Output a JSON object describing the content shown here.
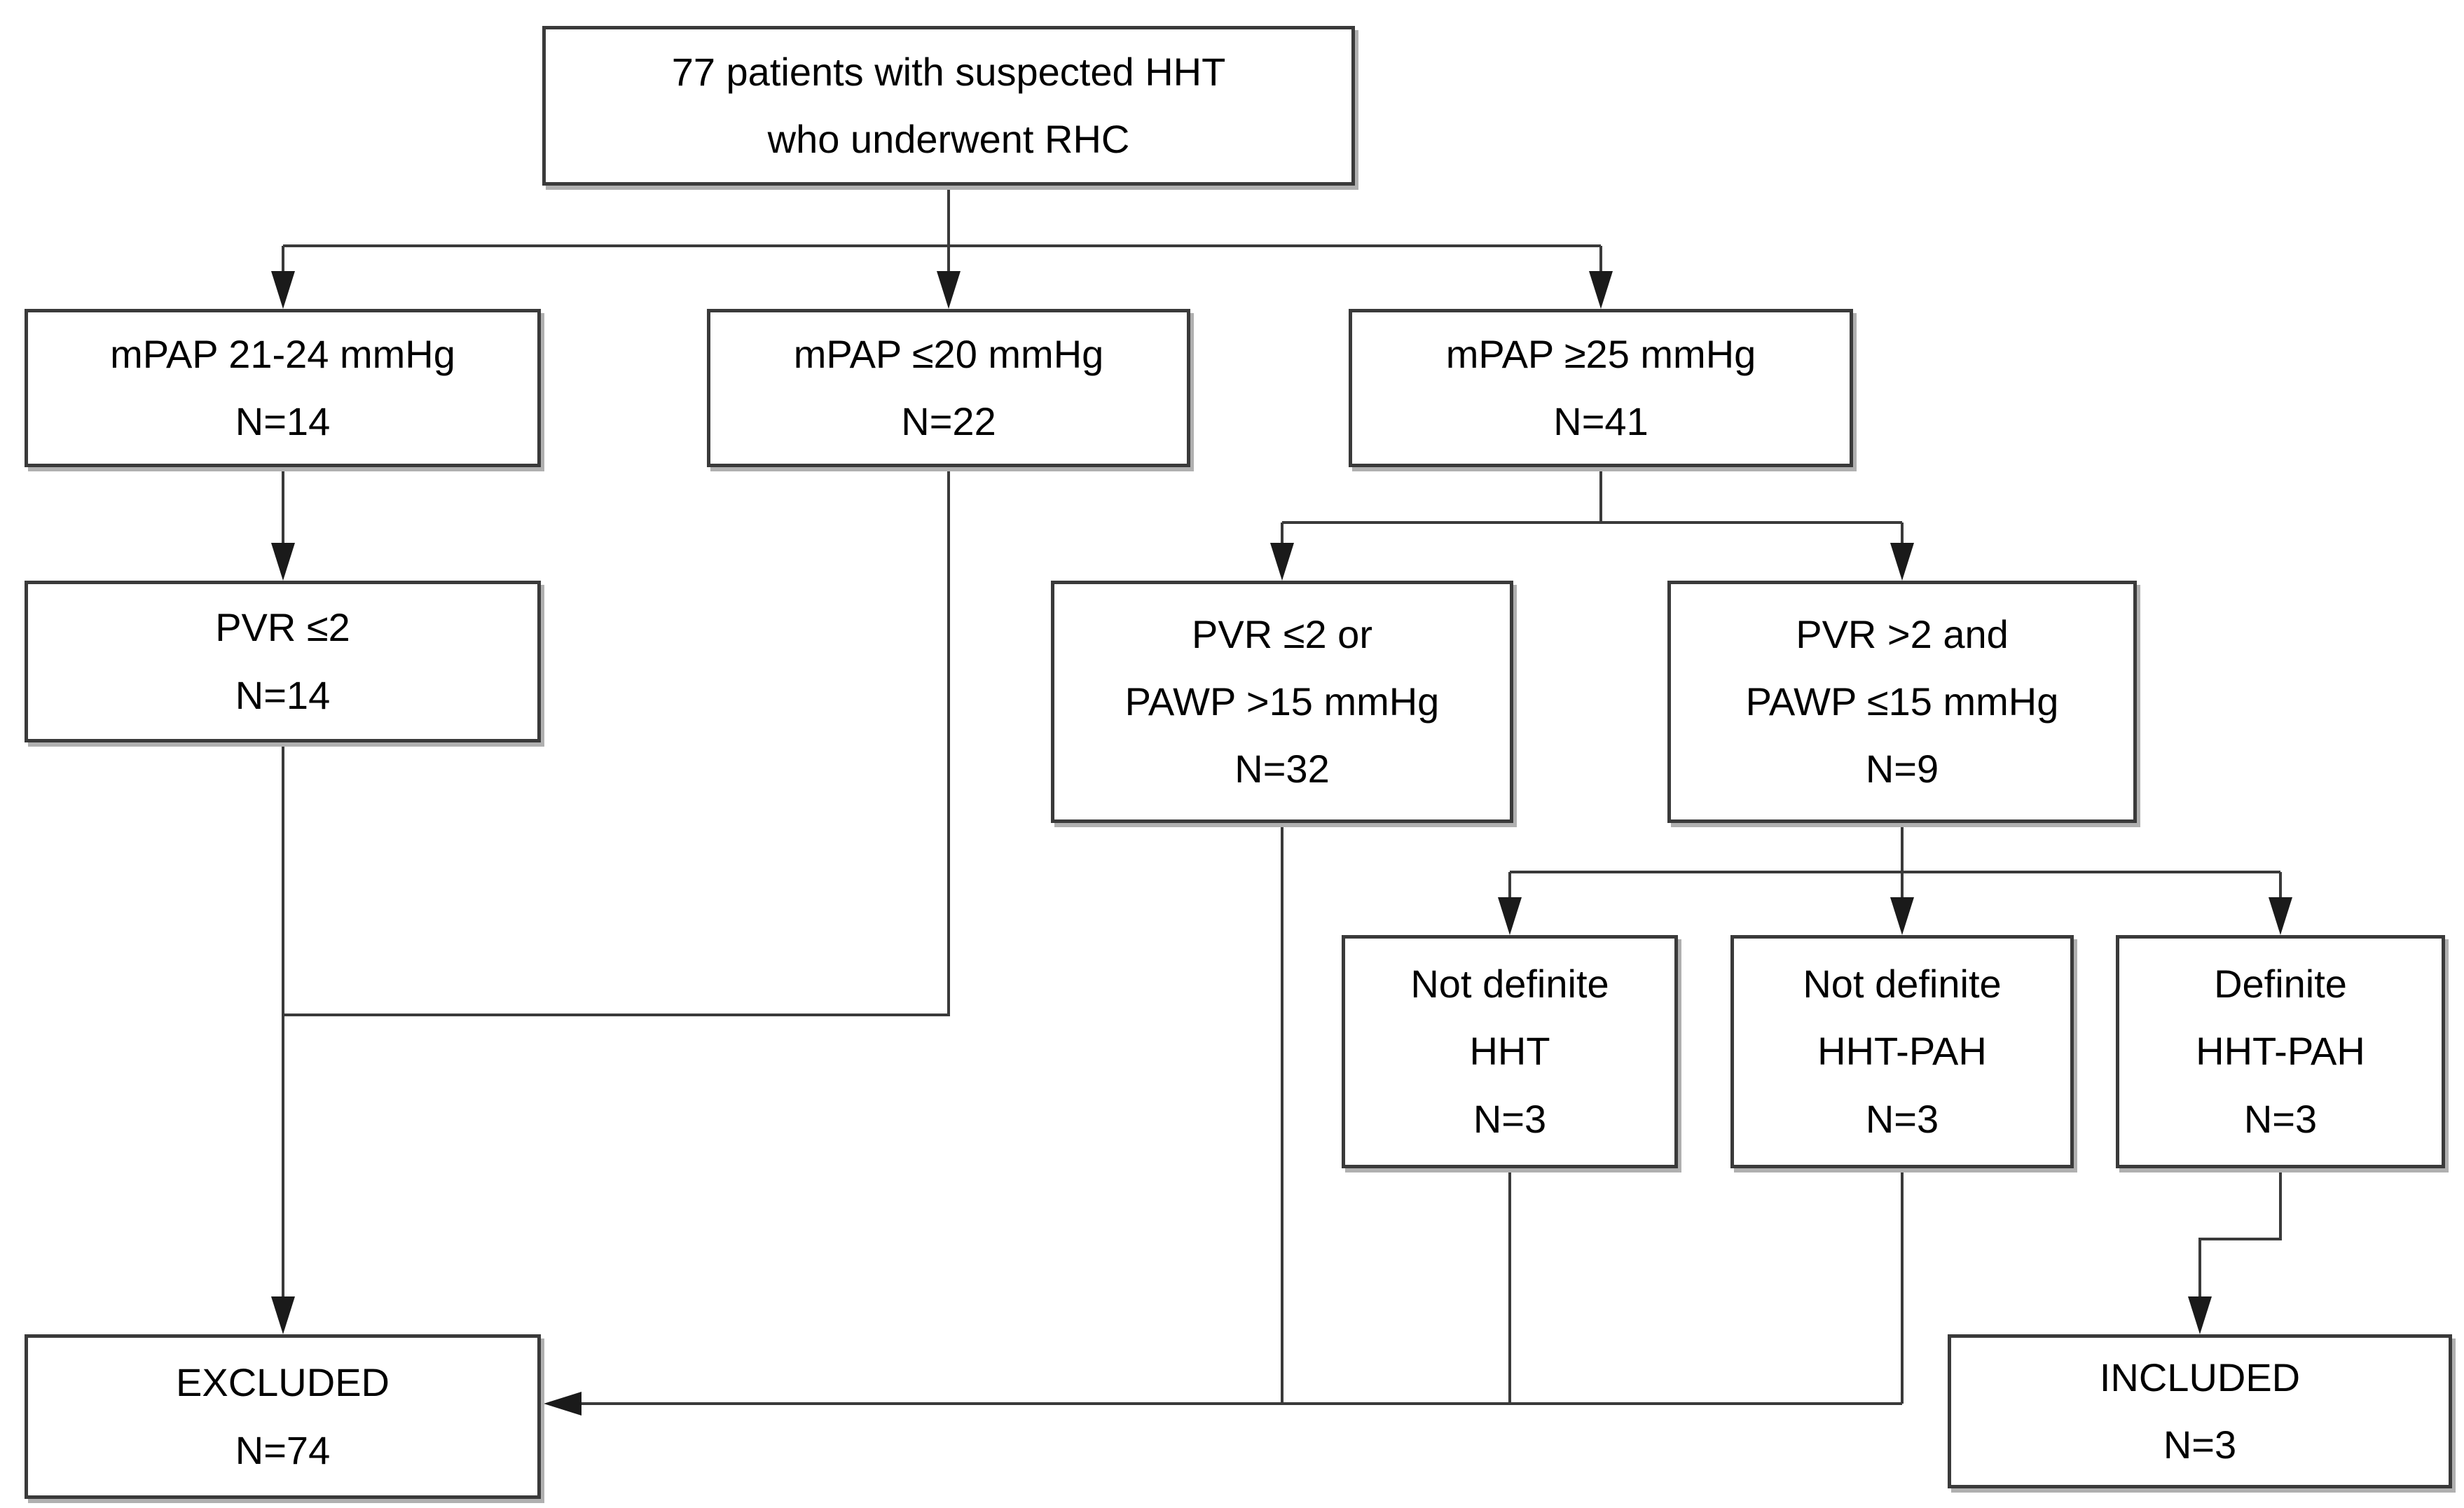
{
  "figure": {
    "type": "patient-flow-diagram",
    "background_color": "#ffffff",
    "box_border_color": "#3a3a3a",
    "connector_color": "#3a3a3a",
    "text_color": "#000000"
  },
  "nodes": {
    "top": {
      "lines": [
        "77 patients with suspected HHT",
        "who underwent RHC"
      ]
    },
    "mpap_21_24": {
      "lines": [
        "mPAP 21-24 mmHg",
        "N=14"
      ]
    },
    "mpap_le20": {
      "lines": [
        "mPAP ≤20 mmHg",
        "N=22"
      ]
    },
    "mpap_ge25": {
      "lines": [
        "mPAP ≥25 mmHg",
        "N=41"
      ]
    },
    "pvr_le2": {
      "lines": [
        "PVR ≤2",
        "N=14"
      ]
    },
    "pvr_le2_or_pawp_gt15": {
      "lines": [
        "PVR ≤2 or",
        "PAWP >15 mmHg",
        "N=32"
      ]
    },
    "pvr_gt2_and_pawp_le15": {
      "lines": [
        "PVR >2 and",
        "PAWP ≤15 mmHg",
        "N=9"
      ]
    },
    "not_definite_hht": {
      "lines": [
        "Not definite",
        "HHT",
        "N=3"
      ]
    },
    "not_definite_hht_pah": {
      "lines": [
        "Not definite",
        "HHT-PAH",
        "N=3"
      ]
    },
    "definite_hht_pah": {
      "lines": [
        "Definite",
        "HHT-PAH",
        "N=3"
      ]
    },
    "excluded": {
      "lines": [
        "EXCLUDED",
        "N=74"
      ]
    },
    "included": {
      "lines": [
        "INCLUDED",
        "N=3"
      ]
    }
  },
  "edges": [
    {
      "from": "top",
      "to": "mpap_21_24"
    },
    {
      "from": "top",
      "to": "mpap_le20"
    },
    {
      "from": "top",
      "to": "mpap_ge25"
    },
    {
      "from": "mpap_21_24",
      "to": "pvr_le2"
    },
    {
      "from": "mpap_ge25",
      "to": "pvr_le2_or_pawp_gt15"
    },
    {
      "from": "mpap_ge25",
      "to": "pvr_gt2_and_pawp_le15"
    },
    {
      "from": "pvr_gt2_and_pawp_le15",
      "to": "not_definite_hht"
    },
    {
      "from": "pvr_gt2_and_pawp_le15",
      "to": "not_definite_hht_pah"
    },
    {
      "from": "pvr_gt2_and_pawp_le15",
      "to": "definite_hht_pah"
    },
    {
      "from": "pvr_le2",
      "to": "excluded"
    },
    {
      "from": "mpap_le20",
      "to": "excluded"
    },
    {
      "from": "pvr_le2_or_pawp_gt15",
      "to": "excluded"
    },
    {
      "from": "not_definite_hht",
      "to": "excluded"
    },
    {
      "from": "not_definite_hht_pah",
      "to": "excluded"
    },
    {
      "from": "definite_hht_pah",
      "to": "included"
    }
  ]
}
